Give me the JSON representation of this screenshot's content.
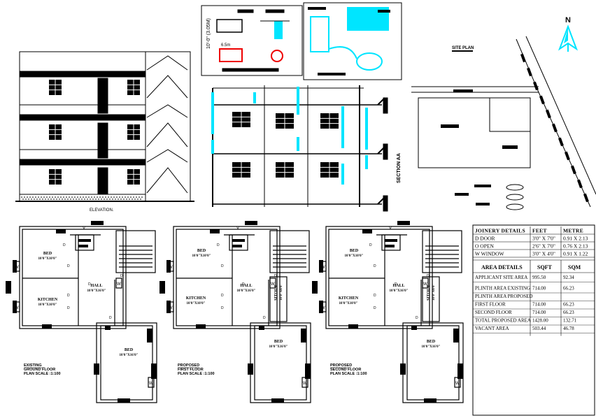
{
  "north_label": "N",
  "site_plan_title": "SITE PLAN",
  "section_label": "SECTION AA",
  "elevation_title": "ELEVATION.",
  "detail_dims": {
    "vertical": "10'-0\" (3.05M)",
    "horizontal": "6.5m"
  },
  "plans": [
    {
      "caption": [
        "EXISTING",
        "GROUND FLOOR",
        "PLAN SCALE :1:100"
      ],
      "rooms": [
        {
          "name": "BED",
          "size": "10'0\"X10'0\""
        },
        {
          "name": "HALL",
          "size": "10'0\"X16'0\""
        },
        {
          "name": "KITCHEN",
          "size": "10'0\"X10'0\""
        },
        {
          "name": "BED",
          "size": "10'0\"X16'0\""
        }
      ]
    },
    {
      "caption": [
        "PROPOSED",
        "FIRST FLOOR",
        "PLAN SCALE :1:100"
      ],
      "rooms": [
        {
          "name": "BED",
          "size": "10'0\"X10'0\""
        },
        {
          "name": "HALL",
          "size": "10'0\"X16'0\""
        },
        {
          "name": "KITCHEN",
          "size": "10'0\"X10'0\""
        },
        {
          "name": "SITOUT",
          "size": "10'0\"X6'0\""
        },
        {
          "name": "BED",
          "size": "10'0\"X16'0\""
        }
      ]
    },
    {
      "caption": [
        "PROPOSED",
        "SECOND FLOOR",
        "PLAN SCALE :1:100"
      ],
      "rooms": [
        {
          "name": "BED",
          "size": "10'0\"X10'0\""
        },
        {
          "name": "HALL",
          "size": "10'0\"X16'0\""
        },
        {
          "name": "KITCHEN",
          "size": "10'0\"X10'0\""
        },
        {
          "name": "SITOUT",
          "size": "10'0\"X6'0\""
        },
        {
          "name": "BED",
          "size": "10'0\"X16'0\""
        }
      ]
    }
  ],
  "door_mark": "D",
  "window_mark": "W",
  "ventilator_mark": "V",
  "joinery": {
    "headers": [
      "JOINERY DETAILS",
      "FEET",
      "METRE"
    ],
    "rows": [
      [
        "D  DOOR",
        "3'0\" X 7'0\"",
        "0.91 X 2.13"
      ],
      [
        "O  OPEN",
        "2'6\" X 7'0\"",
        "0.76 X 2.13"
      ],
      [
        "W   WINDOW",
        "3'0\" X 4'0\"",
        "0.91 X 1.22"
      ]
    ]
  },
  "area": {
    "headers": [
      "AREA  DETAILS",
      "SQFT",
      "SQM"
    ],
    "rows": [
      [
        "APPLICANT  SITE AREA",
        "995.50",
        "92.34"
      ],
      [
        "PLINTH AREA EXISTING",
        "714.00",
        "66.23"
      ],
      [
        "PLINTH AREA PROPOSED",
        "",
        ""
      ],
      [
        "FIRST FLOOR",
        "714.00",
        "66.23"
      ],
      [
        "SECOND FLOOR",
        "714.00",
        "66.23"
      ],
      [
        "TOTAL PROPOSED AREA",
        "1428.00",
        "132.71"
      ],
      [
        "VACANT AREA",
        "503.44",
        "46.78"
      ]
    ]
  },
  "accent_color": "#00e5ff"
}
